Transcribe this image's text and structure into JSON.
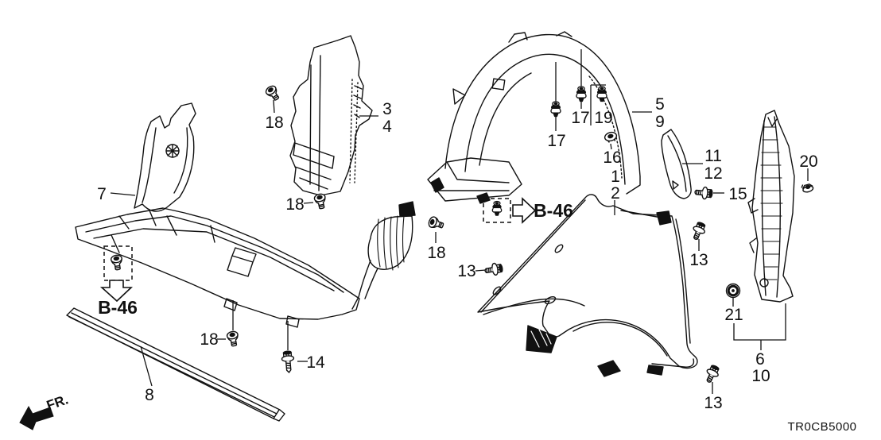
{
  "diagram": {
    "part_code": "TR0CB5000",
    "direction_label": "FR.",
    "b46_left": "B-46",
    "b46_middle": "B-46",
    "callouts": [
      {
        "text": "18"
      },
      {
        "text": "3"
      },
      {
        "text": "4"
      },
      {
        "text": "7"
      },
      {
        "text": "18"
      },
      {
        "text": "17"
      },
      {
        "text": "17"
      },
      {
        "text": "19"
      },
      {
        "text": "5"
      },
      {
        "text": "9"
      },
      {
        "text": "16"
      },
      {
        "text": "1"
      },
      {
        "text": "2"
      },
      {
        "text": "11"
      },
      {
        "text": "12"
      },
      {
        "text": "15"
      },
      {
        "text": "20"
      },
      {
        "text": "13"
      },
      {
        "text": "13"
      },
      {
        "text": "21"
      },
      {
        "text": "6"
      },
      {
        "text": "10"
      },
      {
        "text": "13"
      },
      {
        "text": "18"
      },
      {
        "text": "14"
      },
      {
        "text": "8"
      },
      {
        "text": "18"
      }
    ]
  }
}
